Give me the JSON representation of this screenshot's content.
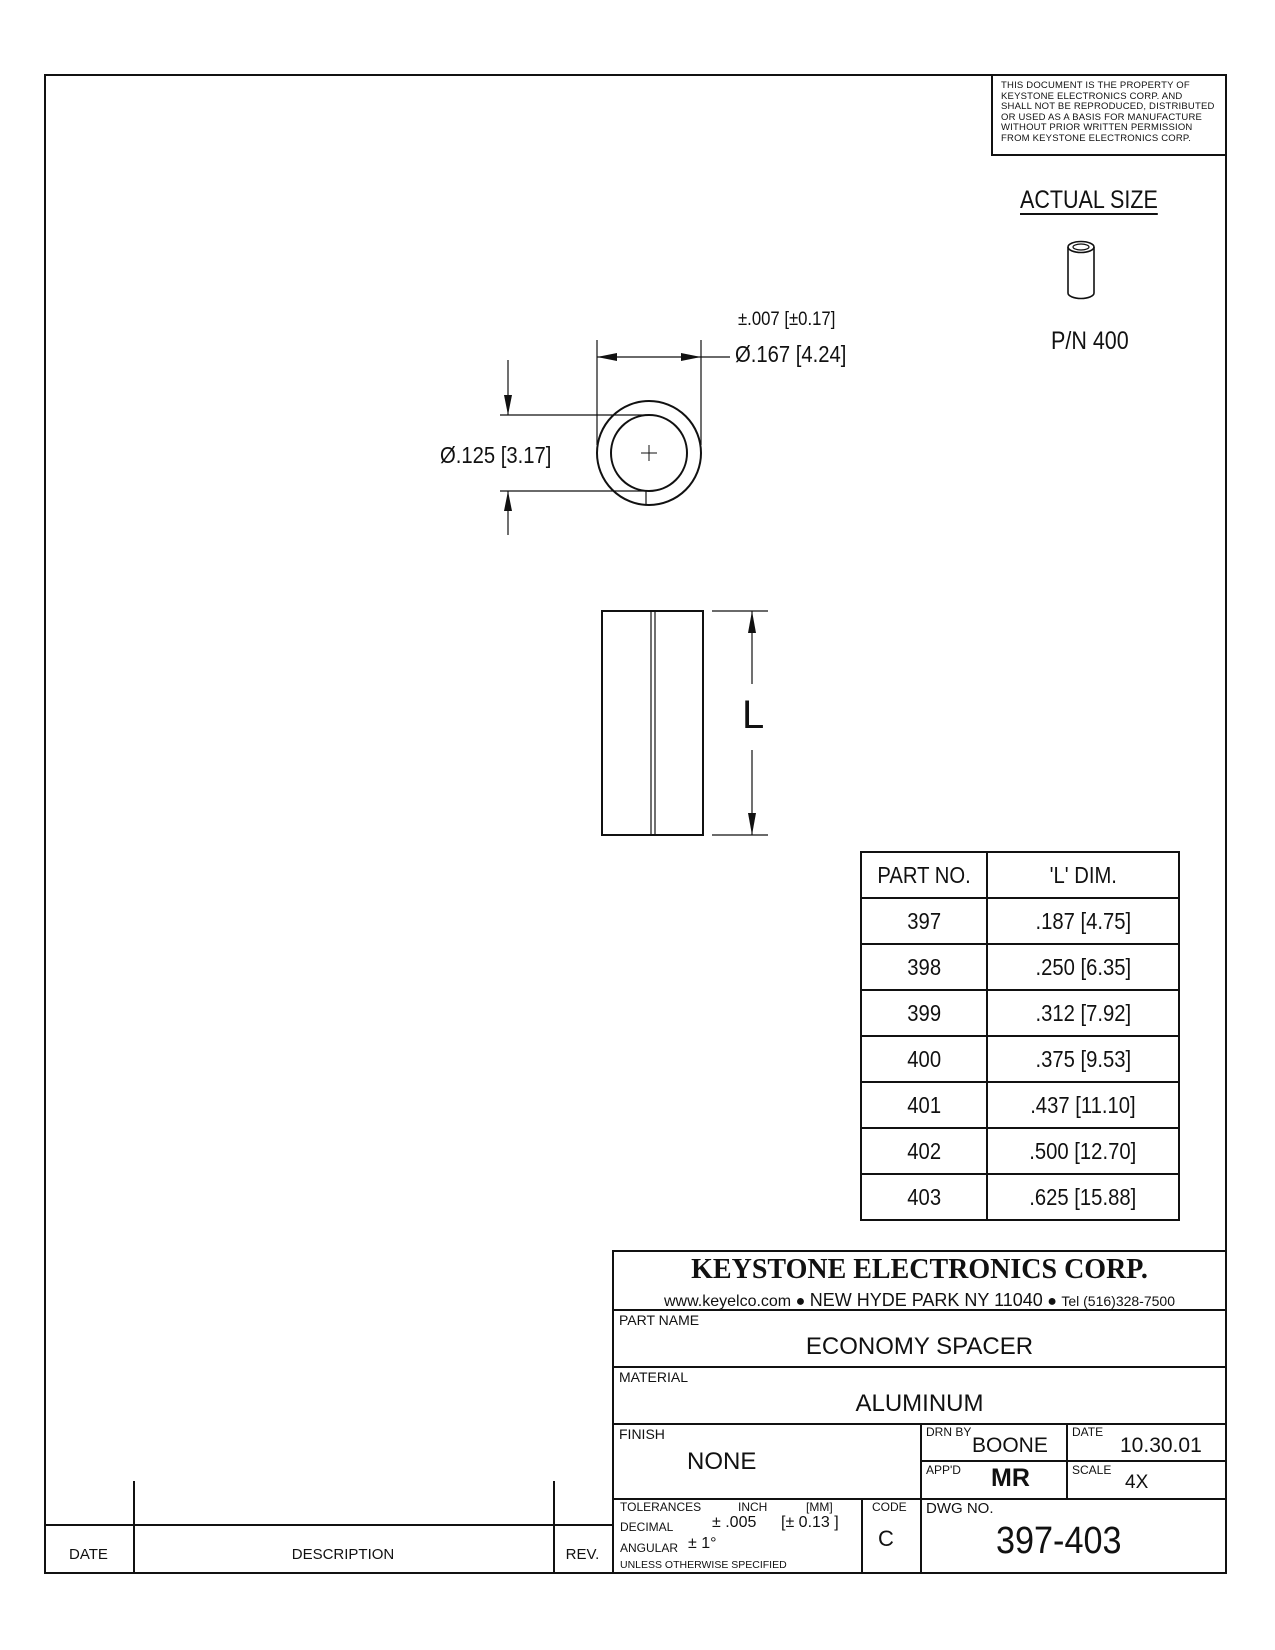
{
  "notice": {
    "lines": [
      "THIS DOCUMENT IS THE PROPERTY OF",
      "KEYSTONE ELECTRONICS CORP. AND",
      "SHALL NOT BE REPRODUCED, DISTRIBUTED",
      "OR USED AS A BASIS FOR MANUFACTURE",
      "WITHOUT PRIOR WRITTEN PERMISSION",
      "FROM KEYSTONE ELECTRONICS CORP."
    ]
  },
  "actual_size": {
    "title": "ACTUAL SIZE",
    "part_label": "P/N 400"
  },
  "dimensions": {
    "outer_tolerance": "±.007 [±0.17]",
    "outer_diameter": "Ø.167 [4.24]",
    "inner_diameter": "Ø.125 [3.17]",
    "length_label": "L"
  },
  "part_table": {
    "headers": [
      "PART NO.",
      "'L' DIM."
    ],
    "rows": [
      [
        "397",
        ".187 [4.75]"
      ],
      [
        "398",
        ".250 [6.35]"
      ],
      [
        "399",
        ".312 [7.92]"
      ],
      [
        "400",
        ".375 [9.53]"
      ],
      [
        "401",
        ".437 [11.10]"
      ],
      [
        "402",
        ".500 [12.70]"
      ],
      [
        "403",
        ".625 [15.88]"
      ]
    ]
  },
  "title_block": {
    "company": "KEYSTONE ELECTRONICS CORP.",
    "website": "www.keyelco.com",
    "address": "NEW HYDE PARK NY 11040",
    "phone": "Tel (516)328-7500",
    "part_name_label": "PART NAME",
    "part_name": "ECONOMY SPACER",
    "material_label": "MATERIAL",
    "material": "ALUMINUM",
    "finish_label": "FINISH",
    "finish": "NONE",
    "drn_by_label": "DRN BY",
    "drn_by": "BOONE",
    "date_label": "DATE",
    "date": "10.30.01",
    "appd_label": "APP'D",
    "appd": "MR",
    "scale_label": "SCALE",
    "scale": "4X",
    "tolerances_label": "TOLERANCES",
    "inch_label": "INCH",
    "mm_label": "[MM]",
    "decimal_label": "DECIMAL",
    "decimal_inch": "± .005",
    "decimal_mm": "[± 0.13 ]",
    "angular_label": "ANGULAR",
    "angular": "± 1°",
    "unless_label": "UNLESS OTHERWISE SPECIFIED",
    "code_label": "CODE",
    "code": "C",
    "dwg_no_label": "DWG NO.",
    "dwg_no": "397-403"
  },
  "revision_block": {
    "date_label": "DATE",
    "description_label": "DESCRIPTION",
    "rev_label": "REV."
  }
}
